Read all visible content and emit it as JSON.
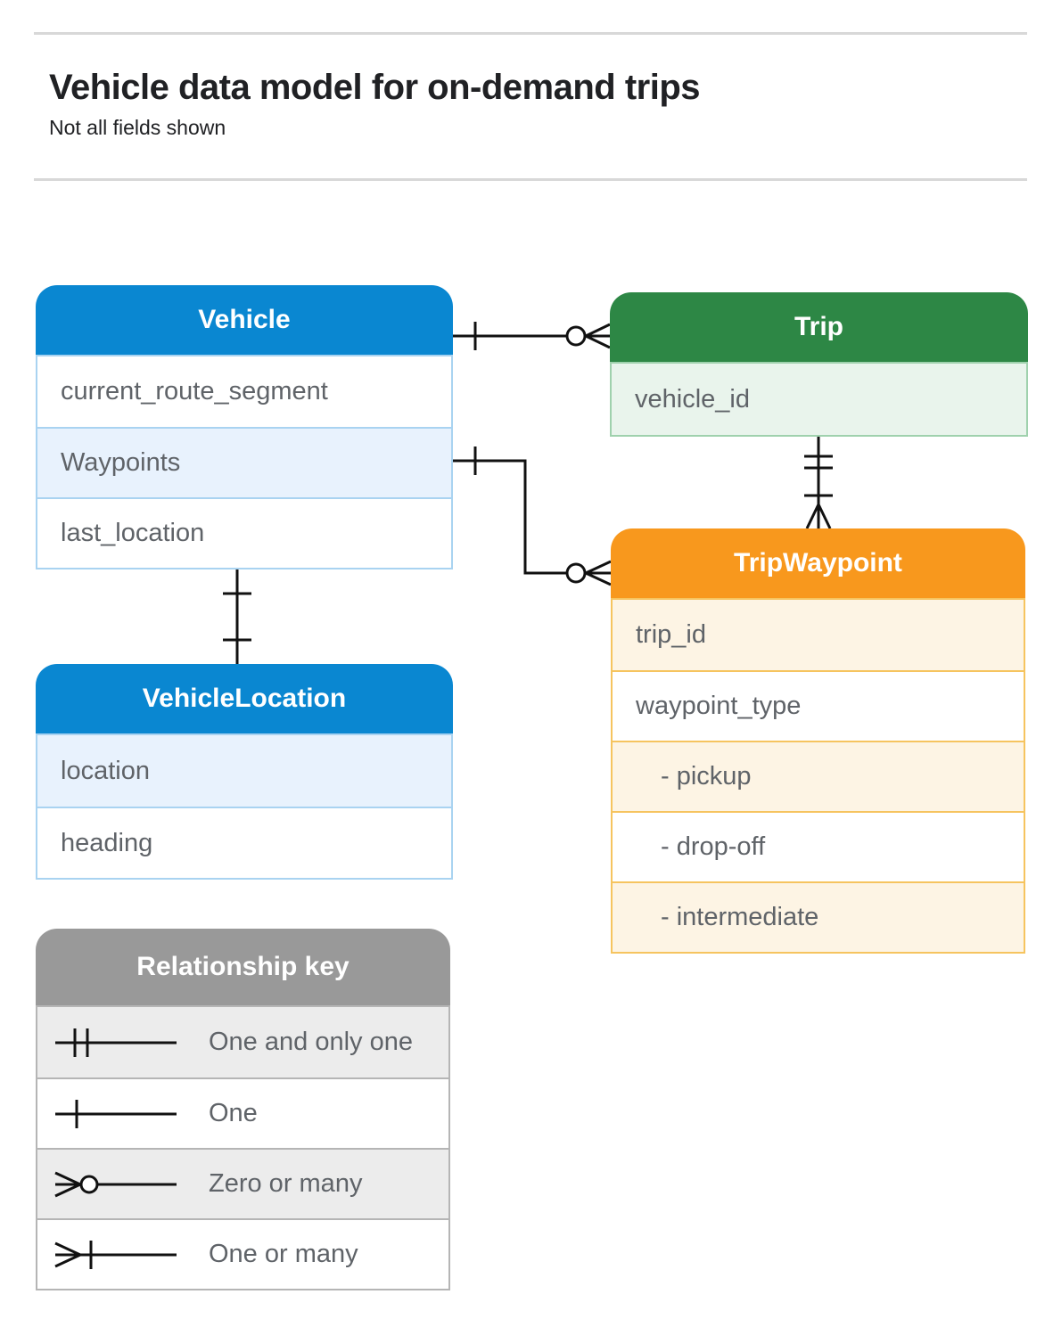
{
  "page": {
    "title": "Vehicle data model for on-demand trips",
    "subtitle": "Not all fields shown"
  },
  "colors": {
    "vehicle_header": "#0a87d1",
    "vehicle_row_highlight": "#e8f2fd",
    "trip_header": "#2d8745",
    "trip_row_highlight": "#e9f4ec",
    "trip_waypoint_header": "#f8981d",
    "trip_waypoint_row_highlight": "#fdf4e4",
    "key_header": "#999999",
    "key_row_highlight": "#ececec",
    "field_text": "#5f6368",
    "connector_line": "#111111"
  },
  "entities": {
    "vehicle": {
      "title": "Vehicle",
      "fields": [
        {
          "label": "current_route_segment",
          "highlighted": false
        },
        {
          "label": "Waypoints",
          "highlighted": true
        },
        {
          "label": "last_location",
          "highlighted": false
        }
      ]
    },
    "trip": {
      "title": "Trip",
      "fields": [
        {
          "label": "vehicle_id",
          "highlighted": true
        }
      ]
    },
    "trip_waypoint": {
      "title": "TripWaypoint",
      "fields": [
        {
          "label": "trip_id",
          "highlighted": true
        },
        {
          "label": "waypoint_type",
          "highlighted": false
        },
        {
          "label": "- pickup",
          "highlighted": true,
          "indent": true
        },
        {
          "label": "- drop-off",
          "highlighted": false,
          "indent": true
        },
        {
          "label": "- intermediate",
          "highlighted": true,
          "indent": true
        }
      ]
    },
    "vehicle_location": {
      "title": "VehicleLocation",
      "fields": [
        {
          "label": "location",
          "highlighted": true
        },
        {
          "label": "heading",
          "highlighted": false
        }
      ]
    }
  },
  "relationships": [
    {
      "from": "Vehicle",
      "to": "Trip",
      "from_cardinality": "one",
      "to_cardinality": "zero-or-many"
    },
    {
      "from": "Vehicle.Waypoints",
      "to": "TripWaypoint",
      "from_cardinality": "one",
      "to_cardinality": "zero-or-many"
    },
    {
      "from": "Trip",
      "to": "TripWaypoint",
      "from_cardinality": "one-and-only-one",
      "to_cardinality": "one-or-many"
    },
    {
      "from": "Vehicle",
      "to": "VehicleLocation",
      "from_cardinality": "one",
      "to_cardinality": "one"
    }
  ],
  "legend": {
    "title": "Relationship key",
    "items": [
      {
        "symbol": "one-and-only-one",
        "label": "One and only one"
      },
      {
        "symbol": "one",
        "label": "One"
      },
      {
        "symbol": "zero-or-many",
        "label": "Zero or many"
      },
      {
        "symbol": "one-or-many",
        "label": "One or many"
      }
    ]
  }
}
